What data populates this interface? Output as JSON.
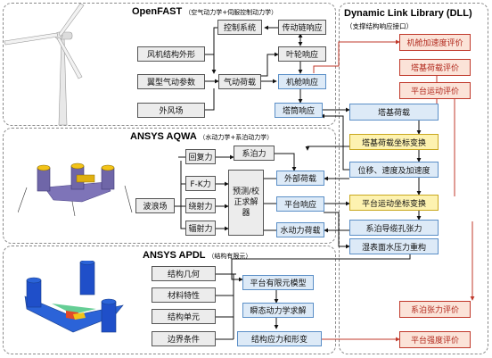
{
  "panels": {
    "openfast": {
      "title": "OpenFAST",
      "subtitle": "（空气动力学+伺服控制动力学）"
    },
    "aqwa": {
      "title": "ANSYS AQWA",
      "subtitle": "（水动力学+系泊动力学）"
    },
    "apdl": {
      "title": "ANSYS APDL",
      "subtitle": "（结构有限元）"
    },
    "dll": {
      "title": "Dynamic Link Library (DLL)",
      "subtitle": "（支撑结构响应接口）"
    }
  },
  "openfast_boxes": {
    "control": "控制系统",
    "drivetrain": "传动链响应",
    "structure": "风机结构外形",
    "rotor": "叶轮响应",
    "airfoil": "翼型气动参数",
    "aero_load": "气动荷载",
    "nacelle": "机舱响应",
    "wind": "外风场",
    "tower": "塔筒响应"
  },
  "aqwa_boxes": {
    "restoring": "回复力",
    "mooring_force": "系泊力",
    "fk": "F-K力",
    "wave": "波浪场",
    "diffraction": "绕射力",
    "radiation": "辐射力",
    "solver": "预测/校正求解器",
    "ext_load": "外部荷载",
    "platform": "平台响应",
    "hydro_load": "水动力荷载"
  },
  "apdl_boxes": {
    "geometry": "结构几何",
    "material": "材料特性",
    "element": "结构单元",
    "boundary": "边界条件",
    "fe_model": "平台有限元模型",
    "transient": "瞬态动力学求解",
    "stress": "结构应力和形变"
  },
  "dll_boxes": {
    "tower_load": "塔基荷载",
    "tower_transform": "塔基荷载坐标变换",
    "kinematics": "位移、速度及加速度",
    "platform_transform": "平台运动坐标变换",
    "fairlead": "系泊导缆孔张力",
    "wet_pressure": "湿表面水压力重构"
  },
  "evaluations": {
    "nacelle_acc": "机舱加速度评价",
    "tower_load_eval": "塔基荷载评价",
    "platform_motion": "平台运动评价",
    "mooring_tension": "系泊张力评价",
    "platform_strength": "平台强度评价"
  },
  "colors": {
    "gray_fill": "#ececec",
    "blue_fill": "#ddeaf7",
    "yellow_fill": "#fdf2b0",
    "red_border": "#c0392b",
    "panel_border": "#8a8a8a"
  }
}
